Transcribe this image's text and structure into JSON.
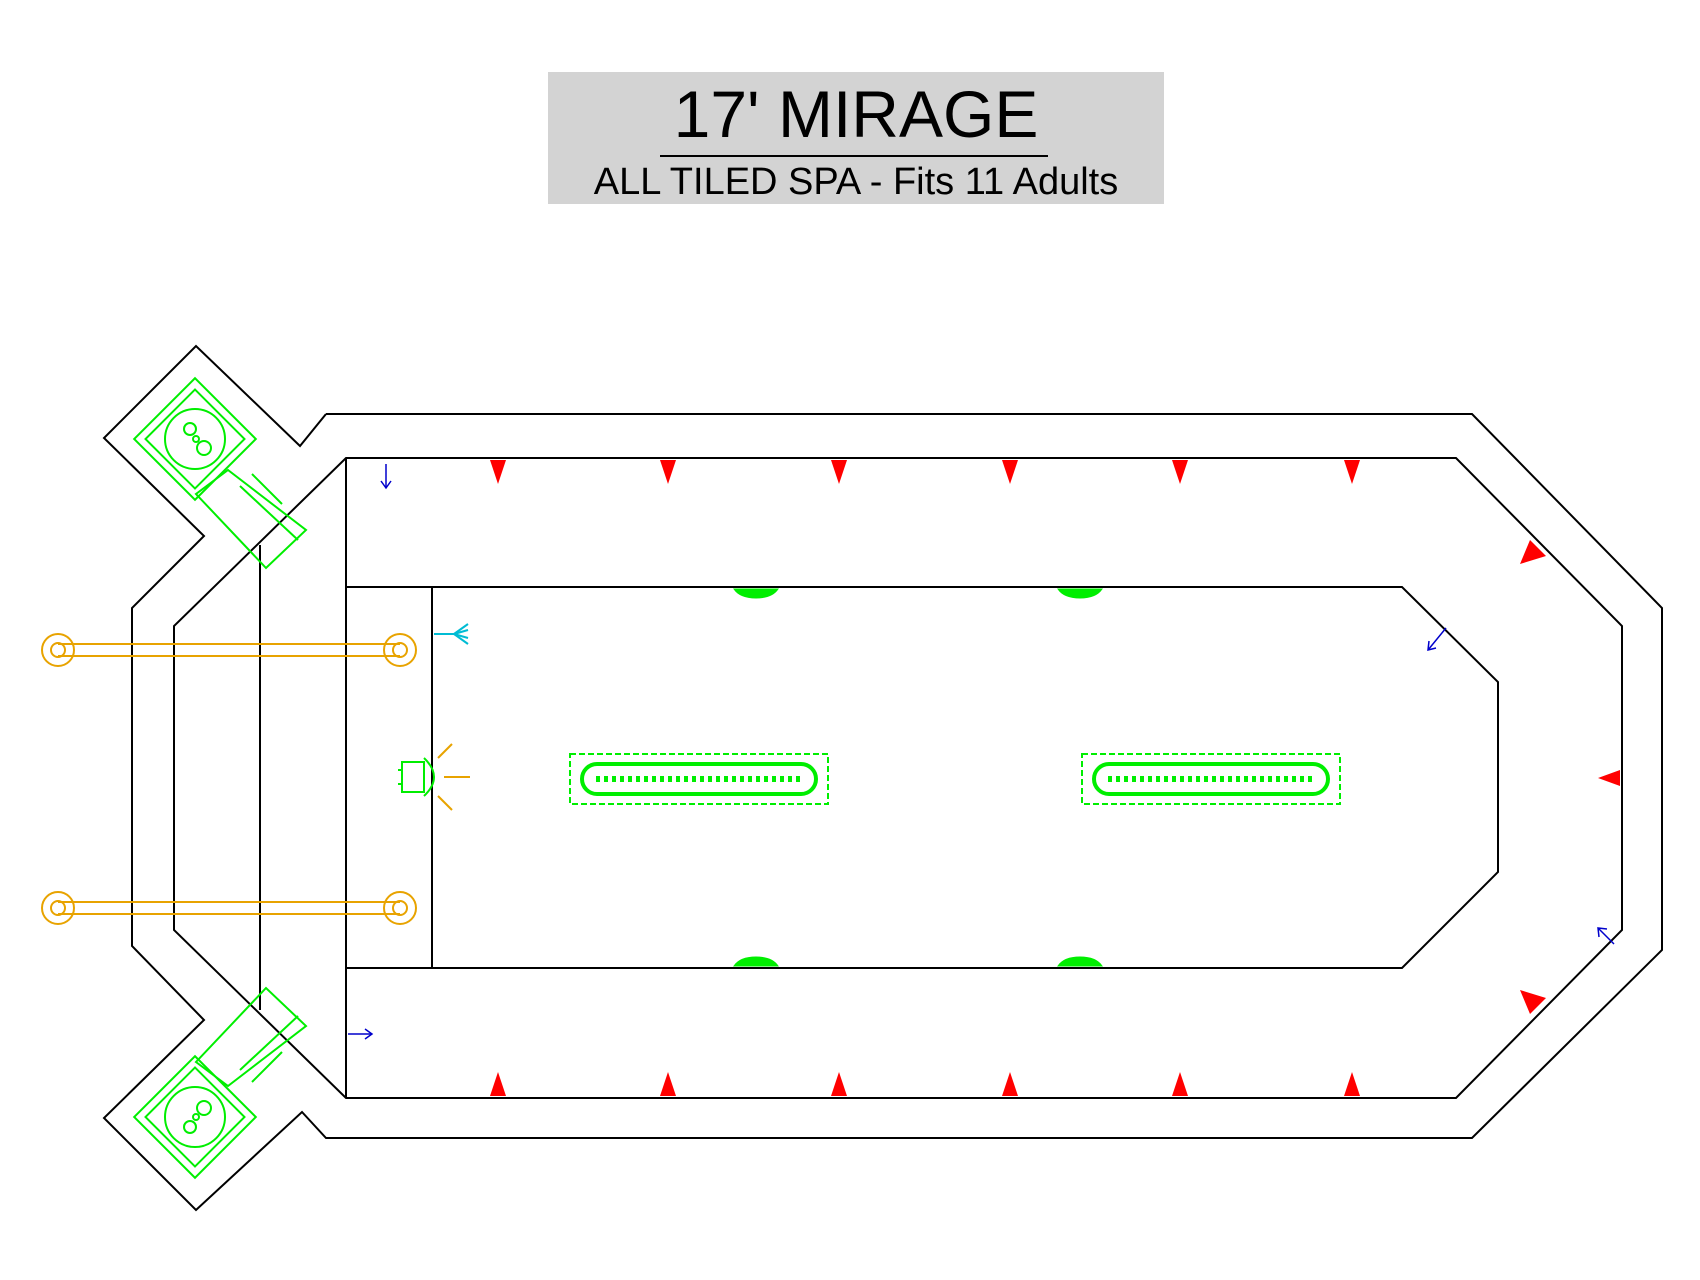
{
  "title": {
    "main": "17' MIRAGE",
    "subtitle": "ALL TILED SPA - Fits 11 Adults"
  },
  "colors": {
    "background": "#ffffff",
    "title_box": "#d3d3d3",
    "outline": "#000000",
    "jets": "#ff0000",
    "equipment": "#00ee00",
    "handrails": "#e8a300",
    "returns": "#0000cc",
    "fill_line": "#00bcd4"
  },
  "icons": [
    "red-jet-triangle",
    "green-skimmer",
    "green-main-drain",
    "green-light",
    "yellow-handrail",
    "blue-return-arrow",
    "cyan-spillway"
  ]
}
